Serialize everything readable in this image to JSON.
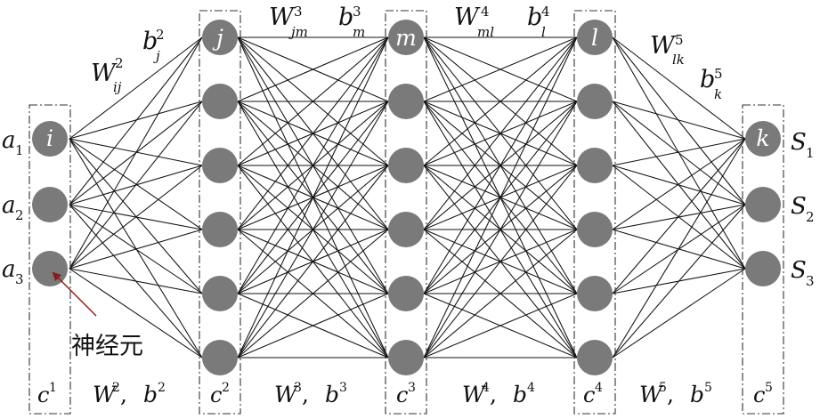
{
  "colors": {
    "neuron": "#7a7a7a",
    "edge": "#111111",
    "arrow": "#8b1a1a",
    "box": "#333333"
  },
  "layers": [
    {
      "id": "input",
      "neurons": 3,
      "first_node_label": "i"
    },
    {
      "id": "hidden1",
      "neurons": 6,
      "first_node_label": "j"
    },
    {
      "id": "hidden2",
      "neurons": 6,
      "first_node_label": "m"
    },
    {
      "id": "hidden3",
      "neurons": 6,
      "first_node_label": "l"
    },
    {
      "id": "output",
      "neurons": 3,
      "first_node_label": "k"
    }
  ],
  "inputs": [
    {
      "base": "a",
      "sub": "1"
    },
    {
      "base": "a",
      "sub": "2"
    },
    {
      "base": "a",
      "sub": "3"
    }
  ],
  "outputs": [
    {
      "base": "S",
      "sub": "1"
    },
    {
      "base": "S",
      "sub": "2"
    },
    {
      "base": "S",
      "sub": "3"
    }
  ],
  "layer_labels": [
    {
      "base": "c",
      "sup": "1"
    },
    {
      "base": "c",
      "sup": "2"
    },
    {
      "base": "c",
      "sup": "3"
    },
    {
      "base": "c",
      "sup": "4"
    },
    {
      "base": "c",
      "sup": "5"
    }
  ],
  "connection_labels": [
    {
      "w": "W",
      "w_sup": "2",
      "sep": ", ",
      "b": "b",
      "b_sup": "2"
    },
    {
      "w": "W",
      "w_sup": "3",
      "sep": ", ",
      "b": "b",
      "b_sup": "3"
    },
    {
      "w": "W",
      "w_sup": "4",
      "sep": ", ",
      "b": "b",
      "b_sup": "4"
    },
    {
      "w": "W",
      "w_sup": "5",
      "sep": ", ",
      "b": "b",
      "b_sup": "5"
    }
  ],
  "weight_labels": [
    {
      "base": "W",
      "sub": "ij",
      "sup": "2"
    },
    {
      "base": "W",
      "sub": "jm",
      "sup": "3"
    },
    {
      "base": "W",
      "sub": "ml",
      "sup": "4"
    },
    {
      "base": "W",
      "sub": "lk",
      "sup": "5"
    }
  ],
  "bias_labels": [
    {
      "base": "b",
      "sub": "j",
      "sup": "2"
    },
    {
      "base": "b",
      "sub": "m",
      "sup": "3"
    },
    {
      "base": "b",
      "sub": "l",
      "sup": "4"
    },
    {
      "base": "b",
      "sub": "k",
      "sup": "5"
    }
  ],
  "neuron_annotation": "神经元"
}
